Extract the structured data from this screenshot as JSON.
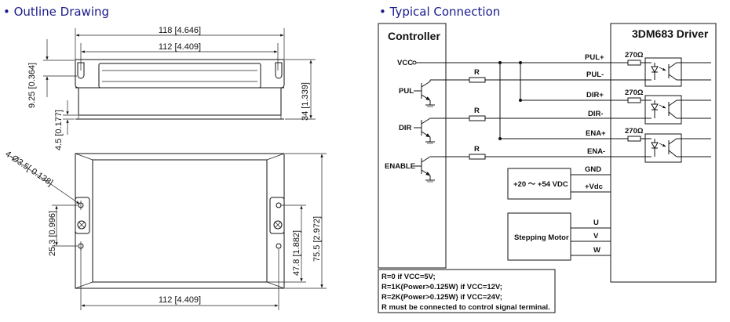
{
  "outline": {
    "heading": "• Outline Drawing",
    "dims": {
      "overall_width": "118 [4.646]",
      "hole_spacing": "112 [4.409]",
      "side_offset": "9.25 [0.364]",
      "flange": "4.5 [0.177]",
      "height": "34 [1.339]",
      "holes": "4-Ø3.5[ 0.138]",
      "slot_offset": "25.3 [0.996]",
      "inner_length": "47.8 [1.882]",
      "overall_length": "75.5 [2.972]",
      "bottom_width": "112 [4.409]"
    }
  },
  "connection": {
    "heading": "• Typical Connection",
    "controller": {
      "title": "Controller",
      "vcc": "VCC",
      "pul": "PUL",
      "dir": "DIR",
      "enable": "ENABLE",
      "resistor": "R"
    },
    "driver": {
      "title": "3DM683 Driver",
      "pul_plus": "PUL+",
      "pul_minus": "PUL-",
      "dir_plus": "DIR+",
      "dir_minus": "DIR-",
      "ena_plus": "ENA+",
      "ena_minus": "ENA-",
      "gnd": "GND",
      "vdc": "+Vdc",
      "u": "U",
      "v": "V",
      "w": "W",
      "resistor": "270Ω"
    },
    "power": "+20 ～ +54 VDC",
    "motor": "Stepping Motor",
    "notes": [
      "R=0 if VCC=5V;",
      "R=1K(Power>0.125W) if VCC=12V;",
      "R=2K(Power>0.125W) if VCC=24V;",
      "R must be connected to control signal terminal."
    ]
  }
}
